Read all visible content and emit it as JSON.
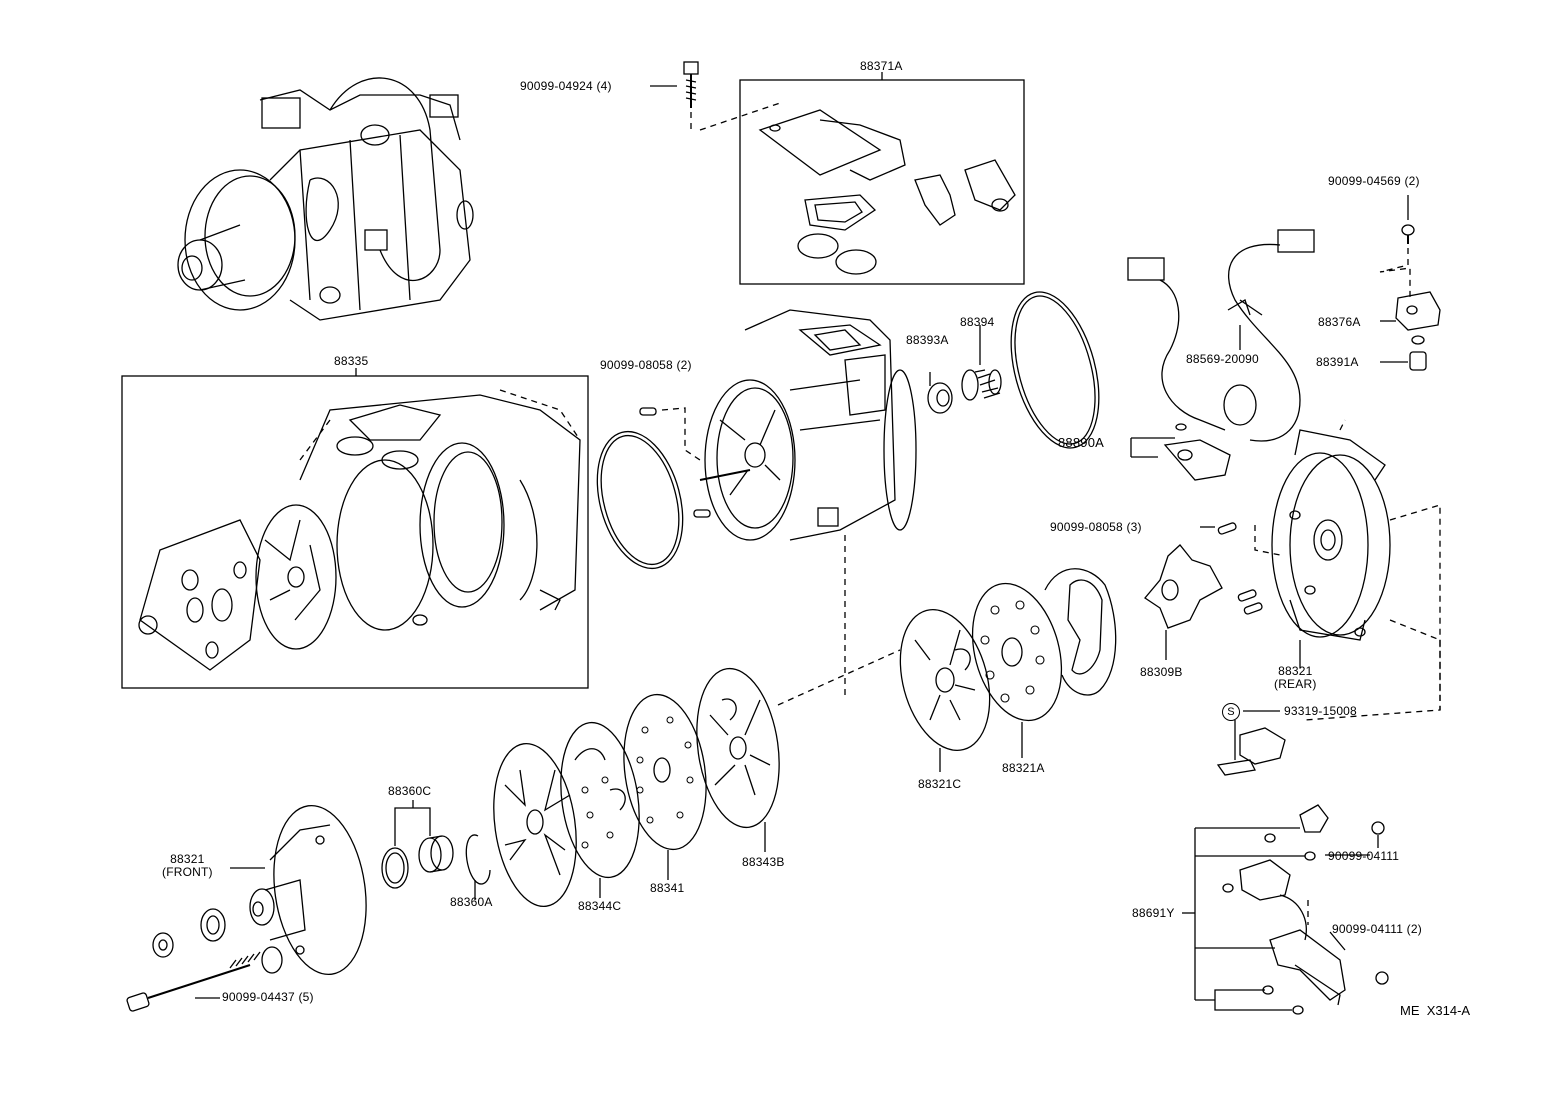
{
  "diagram_code": "ME  X314-A",
  "labels": {
    "p88371a": "88371A",
    "p90099_04924": "90099-04924 (4)",
    "p90099_04569": "90099-04569 (2)",
    "p88335": "88335",
    "p90099_08058a": "90099-08058 (2)",
    "p88393a": "88393A",
    "p88394": "88394",
    "p88376a": "88376A",
    "p88569": "88569-20090",
    "p88391a": "88391A",
    "p88890a": "88890A",
    "p90099_08058b": "90099-08058 (3)",
    "p88309b": "88309B",
    "p88321_rear": "88321\n(REAR)",
    "p93319": "93319-15008",
    "p93319_symbol": "S",
    "p88321c": "88321C",
    "p88321a": "88321A",
    "p88360c": "88360C",
    "p88360a": "88360A",
    "p88344c": "88344C",
    "p88341": "88341",
    "p88343b": "88343B",
    "p88321_front": "88321\n(FRONT)",
    "p90099_04437": "90099-04437 (5)",
    "p90099_04111a": "90099-04111",
    "p88691y": "88691Y",
    "p90099_04111b": "90099-04111 (2)"
  }
}
